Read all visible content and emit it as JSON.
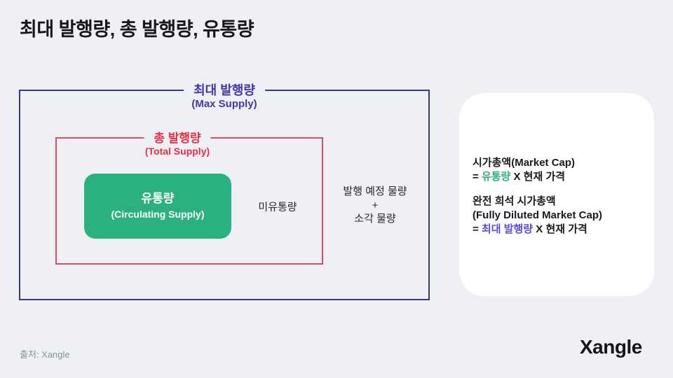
{
  "title": "최대 발행량, 총 발행량, 유통량",
  "diagram": {
    "max_supply": {
      "ko": "최대 발행량",
      "en": "(Max Supply)"
    },
    "total_supply": {
      "ko": "총 발행량",
      "en": "(Total Supply)"
    },
    "circulating_supply": {
      "ko": "유통량",
      "en": "(Circulating Supply)"
    },
    "non_circulating": "미유통량",
    "pending": {
      "line1": "발행 예정 물량",
      "line2": "+",
      "line3": "소각 물량"
    }
  },
  "card": {
    "market_cap": {
      "title": "시가총액(Market Cap)",
      "eq_prefix": "= ",
      "eq_term": "유통량",
      "eq_suffix": " X 현재 가격"
    },
    "fdv": {
      "title_line1": "완전 희석 시가총액",
      "title_line2": "(Fully Diluted Market Cap)",
      "eq_prefix": "= ",
      "eq_term": "최대 발행량",
      "eq_suffix": " X 현재 가격"
    }
  },
  "footer": {
    "source": "출처: Xangle",
    "logo": "Xangle"
  },
  "colors": {
    "page_background": "#eef0f3",
    "max_box_border": "#3b3389",
    "max_legend_text": "#4437ab",
    "total_box_border": "#d84f62",
    "total_legend_text": "#ea2e47",
    "circulating_fill": "#2bb07f",
    "circulating_text": "#ffffff",
    "card_background": "#ffffff",
    "term_green": "#2fae82",
    "term_purple": "#5b4cdd",
    "body_text": "#26282d",
    "source_text": "#8b909a"
  }
}
